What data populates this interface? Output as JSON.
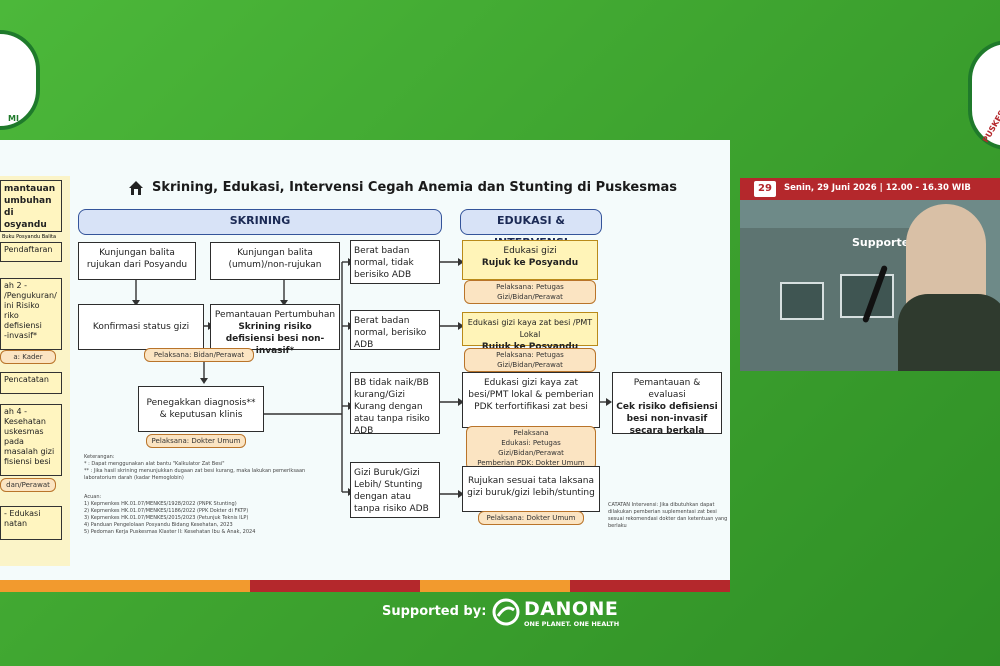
{
  "slide": {
    "title": "Skrining, Edukasi, Intervensi Cegah Anemia dan Stunting di Puskesmas",
    "headers": {
      "skrining": "SKRINING",
      "edukasi": "EDUKASI & INTERVENSI"
    },
    "left_column": [
      {
        "text": "mantauan\numbuhan di\nosyandu"
      },
      {
        "text": "Buku Posyandu Balita"
      },
      {
        "text": "Pendaftaran"
      },
      {
        "text": "ah 2 -\n/Pengukuran/\nini Risiko\nriko defisiensi\n-invasif*"
      },
      {
        "text": "a: Kader"
      },
      {
        "text": "Pencatatan"
      },
      {
        "text": "ah 4 -\nKesehatan\nuskesmas pada\nmasalah gizi\nfisiensi besi"
      },
      {
        "text": "dan/Perawat"
      },
      {
        "text": "- Edukasi\nnatan"
      }
    ],
    "boxes": {
      "kunjungan_rujukan": "Kunjungan balita rujukan dari Posyandu",
      "kunjungan_umum": "Kunjungan balita (umum)/non-rujukan",
      "konfirmasi": "Konfirmasi status gizi",
      "pemantauan_line1": "Pemantauan Pertumbuhan",
      "pemantauan_line2": "Skrining risiko defisiensi besi non-invasif*",
      "penegakkan": "Penegakkan diagnosis** & keputusan klinis",
      "bb_normal_tidak": "Berat badan normal, tidak berisiko ADB",
      "bb_normal_risiko": "Berat badan normal, berisiko ADB",
      "bb_tidak_naik": "BB tidak naik/BB kurang/Gizi Kurang dengan atau tanpa risiko ADB",
      "gizi_buruk": "Gizi Buruk/Gizi Lebih/ Stunting dengan atau tanpa risiko ADB",
      "edukasi1_line1": "Edukasi gizi",
      "edukasi1_line2": "Rujuk ke Posyandu",
      "edukasi2_line1": "Edukasi gizi kaya zat besi /PMT Lokal",
      "edukasi2_line2": "Rujuk ke Posyandu",
      "edukasi3": "Edukasi gizi kaya zat besi/PMT lokal & pemberian PDK terfortifikasi zat besi",
      "rujukan": "Rujukan sesuai tata laksana gizi buruk/gizi lebih/stunting",
      "pemantauan_eval_line1": "Pemantauan & evaluasi",
      "pemantauan_eval_line2": "Cek risiko defisiensi besi non-invasif secara berkala"
    },
    "tags": {
      "bidan_perawat": "Pelaksana: Bidan/Perawat",
      "dokter_umum_1": "Pelaksana: Dokter Umum",
      "petugas1": "Pelaksana: Petugas Gizi/Bidan/Perawat",
      "petugas2": "Pelaksana: Petugas Gizi/Bidan/Perawat",
      "pelaksana3": "Pelaksana\nEdukasi: Petugas Gizi/Bidan/Perawat\nPemberian PDK: Dokter Umum",
      "dokter_umum_2": "Pelaksana: Dokter Umum"
    },
    "keterangan": "Keterangan:\n* : Dapat menggunakan alat bantu \"Kalkulator Zat Besi\"\n** : Jika hasil skrining menunjukkan dugaan zat besi kurang, maka lakukan pemeriksaan laboratorium darah (kadar Hemoglobin)",
    "acuan": "Acuan:\n1) Kepmenkes HK.01.07/MENKES/1928/2022 (PNPK Stunting)\n2) Kepmenkes HK.01.07/MENKES/1186/2022 (PPK Dokter di FKTP)\n3) Kepmenkes HK.01.07/MENKES/2015/2023 (Petunjuk Teknis ILP)\n4) Panduan Pengelolaan Posyandu Bidang Kesehatan, 2023\n5) Pedoman Kerja Puskesmas Klaster II: Kesehatan Ibu & Anak, 2024",
    "catatan": "CATATAN Intervensi: Jika dibutuhkan dapat dilakukan pemberian suplementasi zat besi sesuai rekomendasi dokter dan ketentuan yang berlaku"
  },
  "video_panel": {
    "date_badge": "29",
    "date_text": "Senin, 29 Juni 2026 | 12.00 - 16.30 WIB",
    "supported_text": "Supporte"
  },
  "footer": {
    "supported_by": "Supported by:",
    "brand": "DANONE",
    "brand_tagline": "ONE PLANET. ONE HEALTH"
  },
  "logo_right_text": "PUSKES",
  "logo_left_text": "MI",
  "colors": {
    "background": "#43ad33",
    "accent_red": "#b4282c",
    "header_blue": "#d8e3f7"
  }
}
